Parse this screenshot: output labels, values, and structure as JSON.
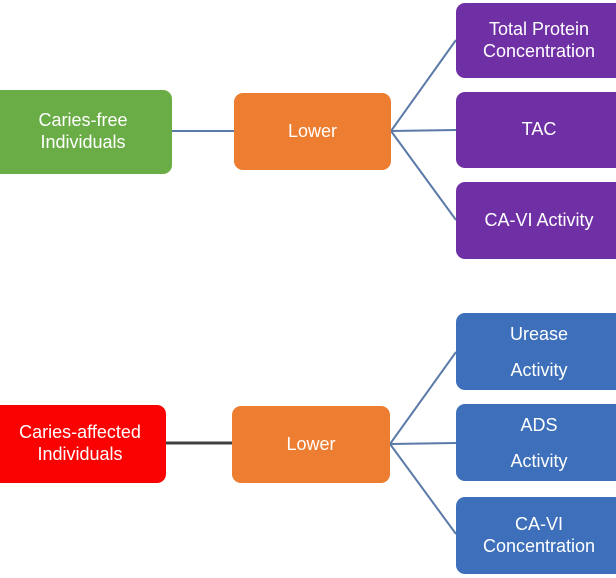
{
  "diagram": {
    "type": "flowchart",
    "title": "",
    "background_color": "#ffffff",
    "branches": [
      {
        "id": "caries-free",
        "source": {
          "label": "Caries-free\nIndividuals",
          "color": "#6aad46"
        },
        "relation": {
          "label": "Lower",
          "color": "#ec7d31"
        },
        "outcomes": [
          {
            "label": "Total Protein\nConcentration",
            "color": "#7030a5"
          },
          {
            "label": "TAC",
            "color": "#7030a5"
          },
          {
            "label": "CA-VI Activity",
            "color": "#7030a5"
          }
        ],
        "connector_color": "#5b7aa8"
      },
      {
        "id": "caries-affected",
        "source": {
          "label": "Caries-affected\nIndividuals",
          "color": "#fa0202"
        },
        "relation": {
          "label": "Lower",
          "color": "#ec7d31"
        },
        "outcomes": [
          {
            "label": "Urease\nActivity",
            "color": "#3d6fba"
          },
          {
            "label": "ADS\nActivity",
            "color": "#3d6fba"
          },
          {
            "label": "CA-VI\nConcentration",
            "color": "#3d6fba"
          }
        ],
        "connector_color": "#404040"
      }
    ]
  }
}
